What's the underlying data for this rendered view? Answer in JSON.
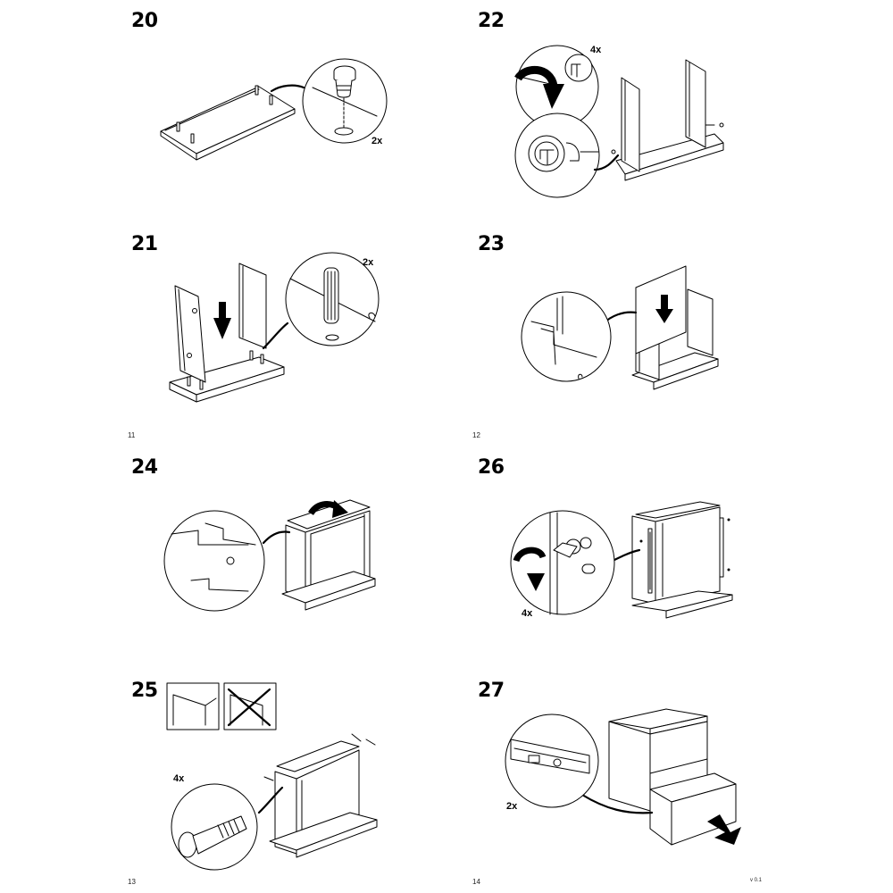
{
  "pages": [
    {
      "number": "11"
    },
    {
      "number": "12"
    },
    {
      "number": "13"
    },
    {
      "number": "14"
    }
  ],
  "version": "v 0.1",
  "steps": {
    "s20": {
      "number": "20",
      "quantity": "2x"
    },
    "s21": {
      "number": "21",
      "quantity": "2x"
    },
    "s22": {
      "number": "22",
      "quantity": "4x"
    },
    "s23": {
      "number": "23"
    },
    "s24": {
      "number": "24"
    },
    "s25": {
      "number": "25",
      "quantity": "4x"
    },
    "s26": {
      "number": "26",
      "quantity": "4x"
    },
    "s27": {
      "number": "27",
      "quantity": "2x"
    }
  },
  "icons": [
    "detail-zoom-icon",
    "down-arrow-icon",
    "rotate-arrow-icon",
    "push-arrow-icon",
    "cross-out-icon"
  ]
}
